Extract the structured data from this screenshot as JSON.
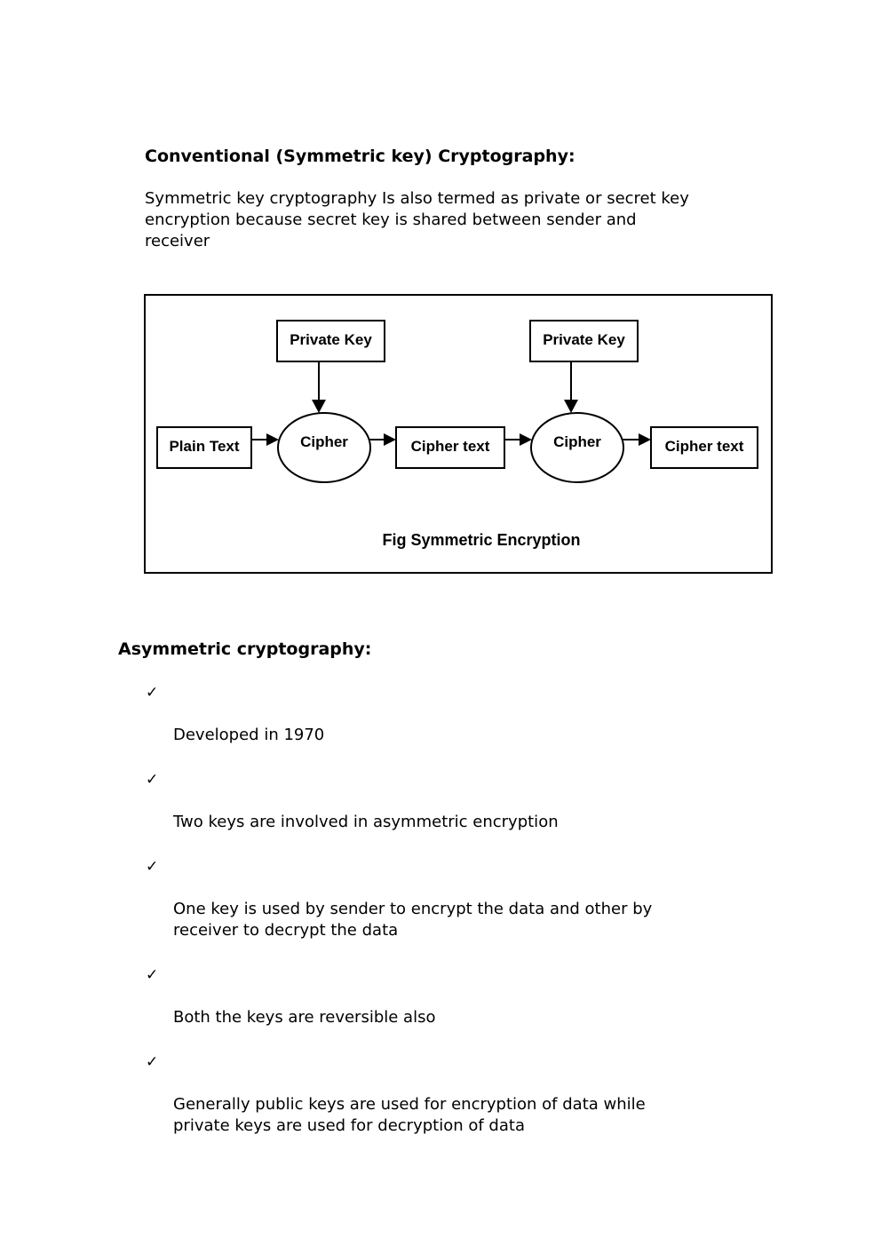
{
  "page": {
    "background_color": "#ffffff",
    "ink_color": "#000000"
  },
  "sections": {
    "symmetric": {
      "heading": "Conventional (Symmetric key) Cryptography:",
      "body": "Symmetric key cryptography Is also termed as private or secret key\nencryption because secret key is shared between sender and\nreceiver"
    },
    "figure": {
      "caption": "Fig Symmetric Encryption",
      "nodes": {
        "private_key_1": "Private Key",
        "private_key_2": "Private Key",
        "plain_text": "Plain Text",
        "cipher_1": "Cipher",
        "cipher_2": "Cipher",
        "cipher_text_1": "Cipher text",
        "cipher_text_2": "Cipher text"
      }
    },
    "asymmetric": {
      "heading": "Asymmetric cryptography:",
      "bullet_glyph": "✓",
      "bullets": [
        "Developed in 1970",
        "Two keys are involved in asymmetric encryption",
        "One key is used by sender to encrypt the data and other by\nreceiver to decrypt the data",
        "Both the keys are reversible also",
        "Generally public keys are used for encryption of data while\nprivate keys are used for decryption of data"
      ]
    }
  }
}
